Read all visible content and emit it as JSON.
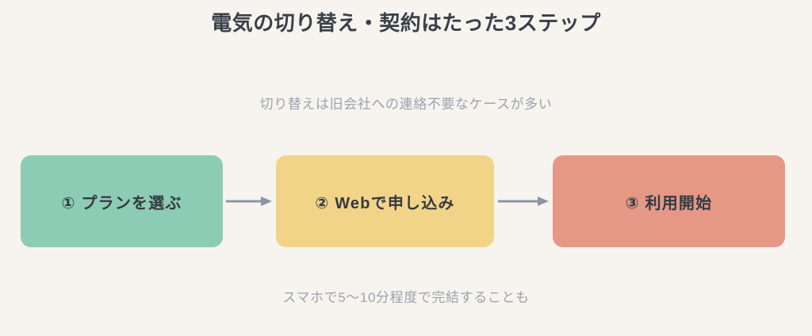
{
  "heading": {
    "title": "電気の切り替え・契約はたった3ステップ"
  },
  "subtitle": {
    "text": "切り替えは旧会社への連絡不要なケースが多い"
  },
  "caption": {
    "text": "スマホで5〜10分程度で完結することも"
  },
  "flow": {
    "steps": [
      {
        "label": "① プランを選ぶ",
        "color": "#8CCCB4"
      },
      {
        "label": "② Webで申し込み",
        "color": "#F2D489"
      },
      {
        "label": "③ 利用開始",
        "color": "#E59886"
      }
    ],
    "connectors": [
      {
        "name": "arrow-step1-to-step2",
        "color": "#8A95A5"
      },
      {
        "name": "arrow-step2-to-step3",
        "color": "#8A95A5"
      }
    ]
  },
  "theme": {
    "background": "#F7F4EF",
    "title_color": "#3A4049",
    "muted_text_color": "#9AA3AE",
    "step_text_color": "#333A41",
    "arrow_color": "#8A95A5"
  }
}
